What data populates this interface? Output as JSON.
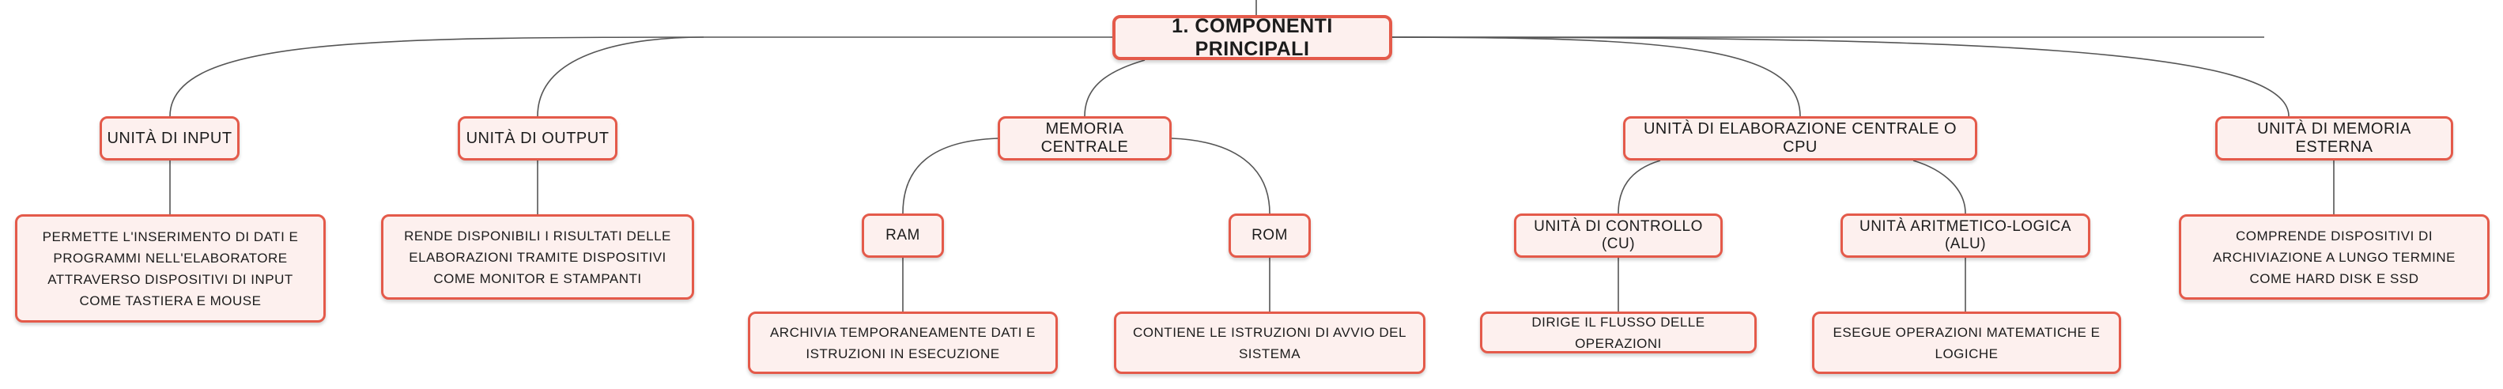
{
  "colors": {
    "border": "#e45a4a",
    "fill": "#fdf0ee",
    "text": "#1c1c1c",
    "connector": "#555555"
  },
  "root": {
    "label": "1. COMPONENTI PRINCIPALI"
  },
  "input": {
    "label": "UNITÀ DI INPUT",
    "description": "PERMETTE L'INSERIMENTO DI DATI E PROGRAMMI NELL'ELABORATORE ATTRAVERSO DISPOSITIVI DI INPUT COME TASTIERA E MOUSE"
  },
  "output": {
    "label": "UNITÀ DI OUTPUT",
    "description": "RENDE DISPONIBILI I RISULTATI DELLE ELABORAZIONI TRAMITE DISPOSITIVI COME MONITOR E STAMPANTI"
  },
  "memoria_centrale": {
    "label": "MEMORIA CENTRALE",
    "ram": {
      "label": "RAM",
      "description": "ARCHIVIA TEMPORANEAMENTE DATI E ISTRUZIONI IN ESECUZIONE"
    },
    "rom": {
      "label": "ROM",
      "description": "CONTIENE LE ISTRUZIONI DI AVVIO DEL SISTEMA"
    }
  },
  "cpu": {
    "label": "UNITÀ DI ELABORAZIONE CENTRALE O CPU",
    "cu": {
      "label": "UNITÀ DI CONTROLLO (CU)",
      "description": "DIRIGE IL FLUSSO DELLE OPERAZIONI"
    },
    "alu": {
      "label": "UNITÀ ARITMETICO-LOGICA (ALU)",
      "description": "ESEGUE OPERAZIONI MATEMATICHE E LOGICHE"
    }
  },
  "memoria_esterna": {
    "label": "UNITÀ DI MEMORIA ESTERNA",
    "description": "COMPRENDE DISPOSITIVI DI ARCHIVIAZIONE A LUNGO TERMINE COME HARD DISK E SSD"
  }
}
